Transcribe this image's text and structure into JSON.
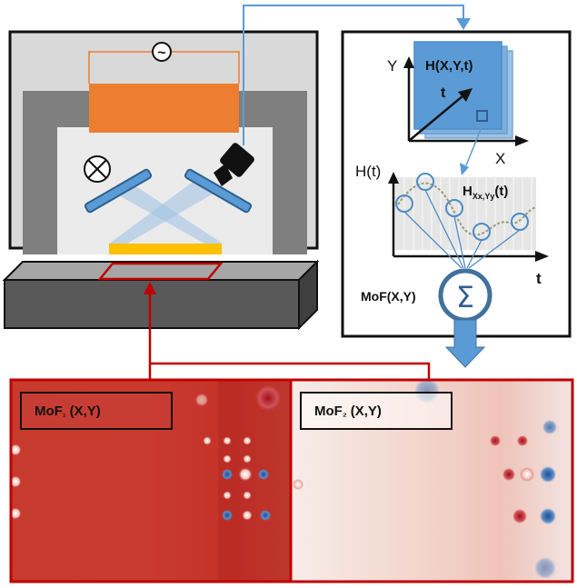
{
  "diagram": {
    "title": "Thermography setup and motion-of-features (MoF) processing",
    "analysis_panel": {
      "stack_label": "H(X,Y,t)",
      "axis_y": "Y",
      "axis_x": "X",
      "axis_t_stack": "t",
      "series_axis_y": "H(t)",
      "series_axis_t": "t",
      "series_label_main": "H",
      "series_label_sub": "Xx,Yy",
      "series_label_tail": "(t)",
      "sum_label": "MoF(X,Y)",
      "sum_symbol": "Σ"
    },
    "apparatus": {
      "source_symbol": "~",
      "heater_color": "#ED7D31",
      "sample_color": "#FFC000",
      "frame_color": "#7F7F7F",
      "link_color": "#5B9BD5",
      "highlight_color": "#C00000"
    },
    "results": {
      "map1_label_main": "MoF",
      "map1_label_sub": "₁",
      "map1_label_tail": "(X,Y)",
      "map2_label_main": "MoF",
      "map2_label_sub": "₂",
      "map2_label_tail": "(X,Y)"
    }
  }
}
